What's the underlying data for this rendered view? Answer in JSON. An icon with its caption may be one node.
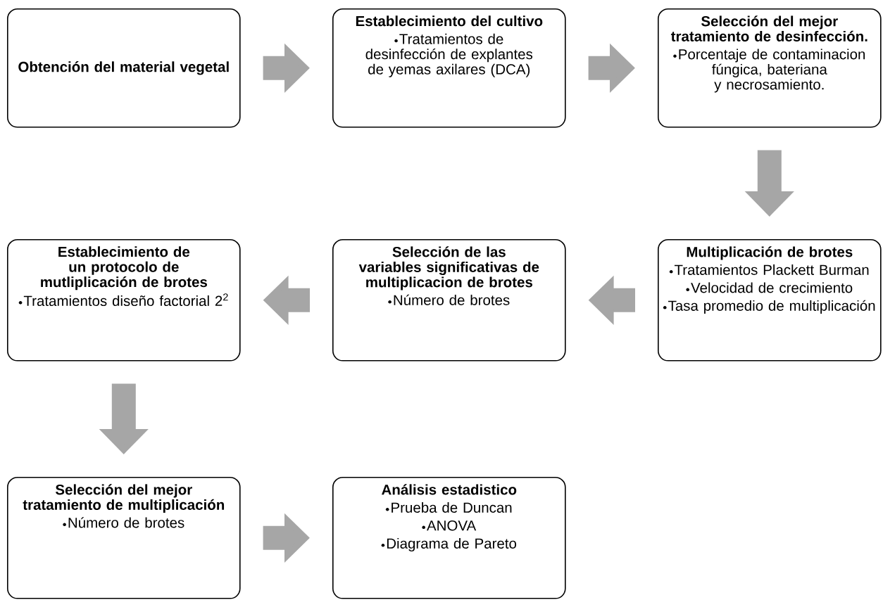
{
  "diagram": {
    "nodes": [
      {
        "text": [
          "Obtención del material vegetal"
        ]
      },
      {
        "text": [
          "Establecimiento del cultivo",
          "Tratamientos de desinfección de explantes de yemas axilares (DCA)"
        ]
      },
      {
        "text": [
          "Selección del mejor tratamiento de desinfección.",
          "Porcentaje de contaminacion fúngica, bateriana y necrosamiento."
        ]
      },
      {
        "text": [
          "Multiplicación de brotes",
          "Tratamientos Plackett Burman",
          "Velocidad de crecimiento",
          "Tasa promedio de multiplicación"
        ]
      },
      {
        "text": [
          "Selección de las variables significativas de multiplicacion de brotes",
          "Número de brotes"
        ]
      },
      {
        "text": [
          "Establecimiento de un protocolo de mutliplicación de brotes",
          "Tratamientos diseño factorial 2$^{2}$"
        ]
      },
      {
        "text": [
          "Selección del mejor tratamiento de multiplicación",
          "Número de brotes"
        ]
      },
      {
        "text": [
          "Análisis estadistico",
          "Prueba de Duncan",
          "ANOVA",
          "Diagrama de Pareto"
        ]
      }
    ],
    "edges": [
      {
        "from": 0,
        "to": 1,
        "arrow": "to"
      },
      {
        "from": 1,
        "to": 2,
        "arrow": "to"
      },
      {
        "from": 2,
        "to": 3,
        "arrow": "to"
      },
      {
        "from": 3,
        "to": 4,
        "arrow": "to"
      },
      {
        "from": 4,
        "to": 5,
        "arrow": "to"
      },
      {
        "from": 5,
        "to": 6,
        "arrow": "to"
      },
      {
        "from": 6,
        "to": 7,
        "arrow": "to"
      }
    ]
  }
}
